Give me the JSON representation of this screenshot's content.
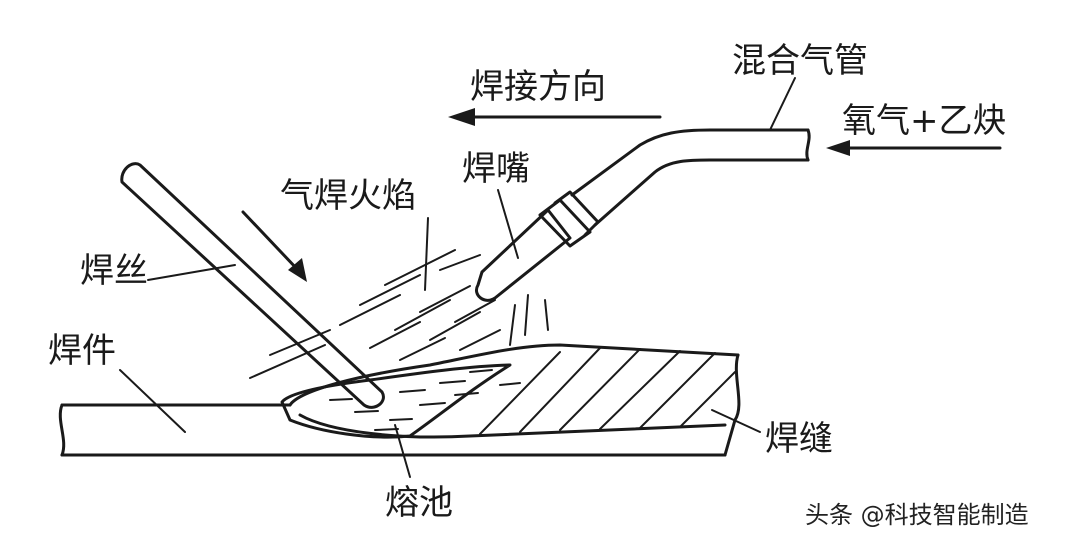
{
  "labels": {
    "mixing_tube": "混合气管",
    "welding_direction": "焊接方向",
    "oxy_acetylene": "氧气+乙炔",
    "nozzle": "焊嘴",
    "flame": "气焊火焰",
    "filler_wire": "焊丝",
    "workpiece": "焊件",
    "molten_pool": "熔池",
    "weld_seam": "焊缝"
  },
  "watermark": "头条 @科技智能制造"
}
